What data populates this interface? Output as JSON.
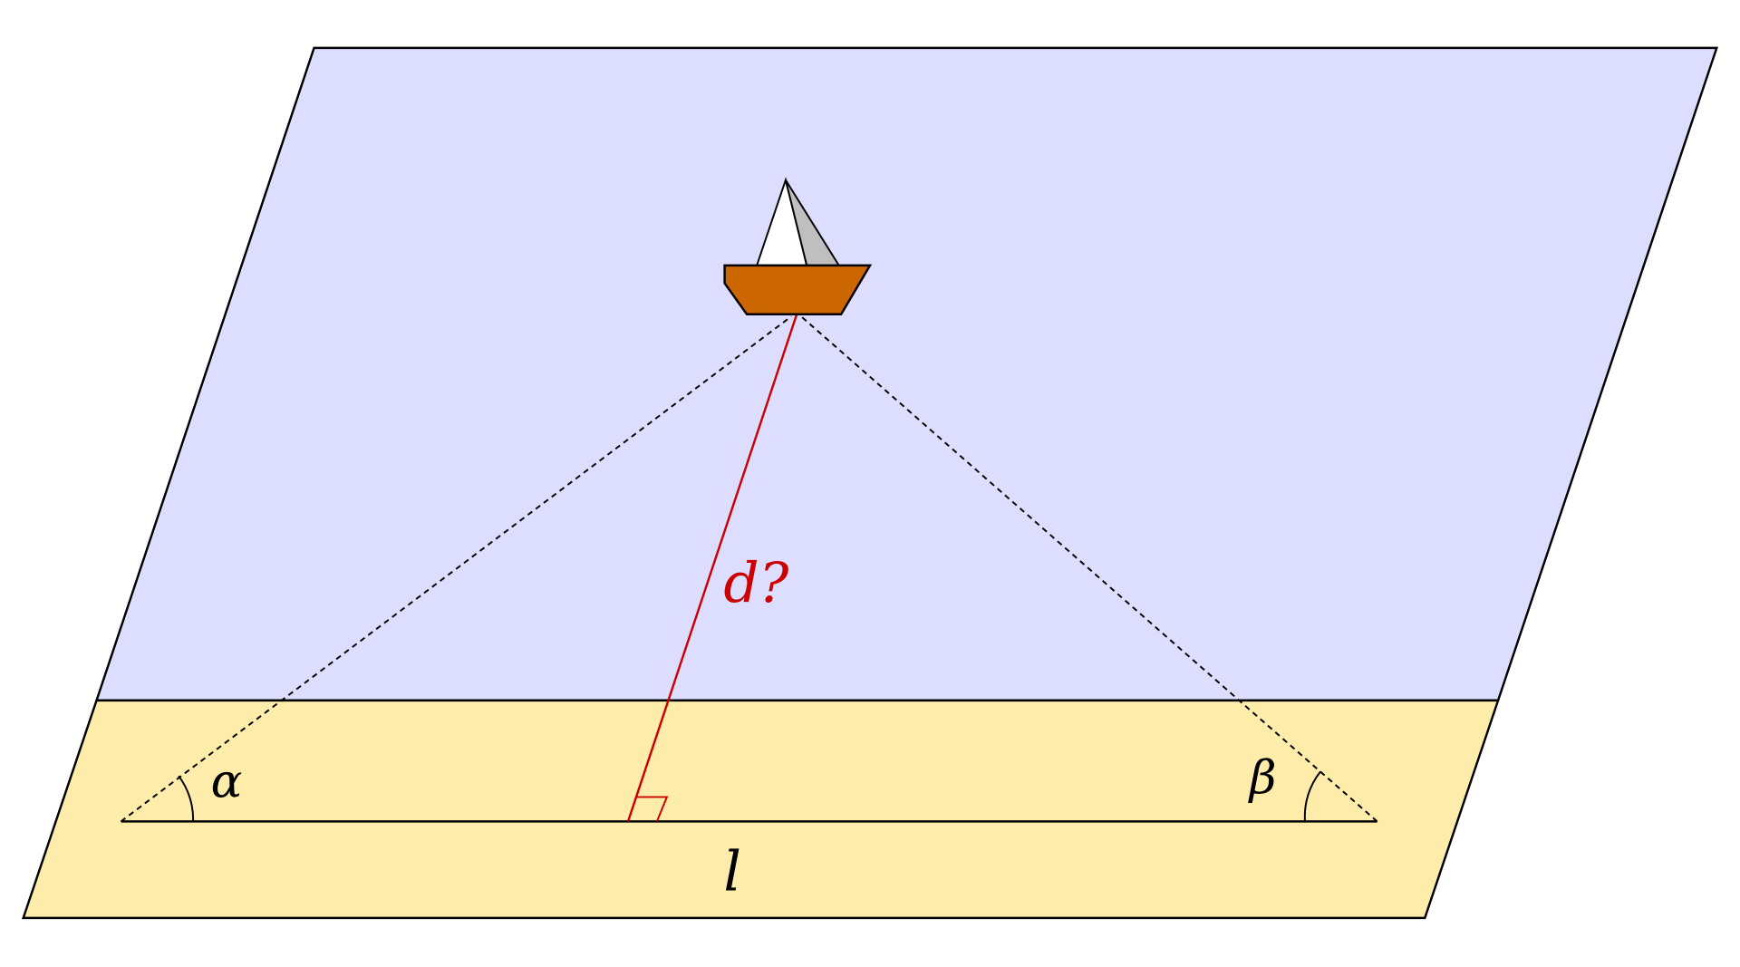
{
  "labels": {
    "alpha": "α",
    "beta": "β",
    "baseline": "l",
    "distance": "d?"
  },
  "colors": {
    "water": "#ddddff",
    "shore": "#fdecaa",
    "hull": "#cc6600",
    "sail_light": "#ffffff",
    "sail_dark": "#bfbfbf",
    "distance_line": "#cc0000",
    "stroke": "#000000"
  }
}
